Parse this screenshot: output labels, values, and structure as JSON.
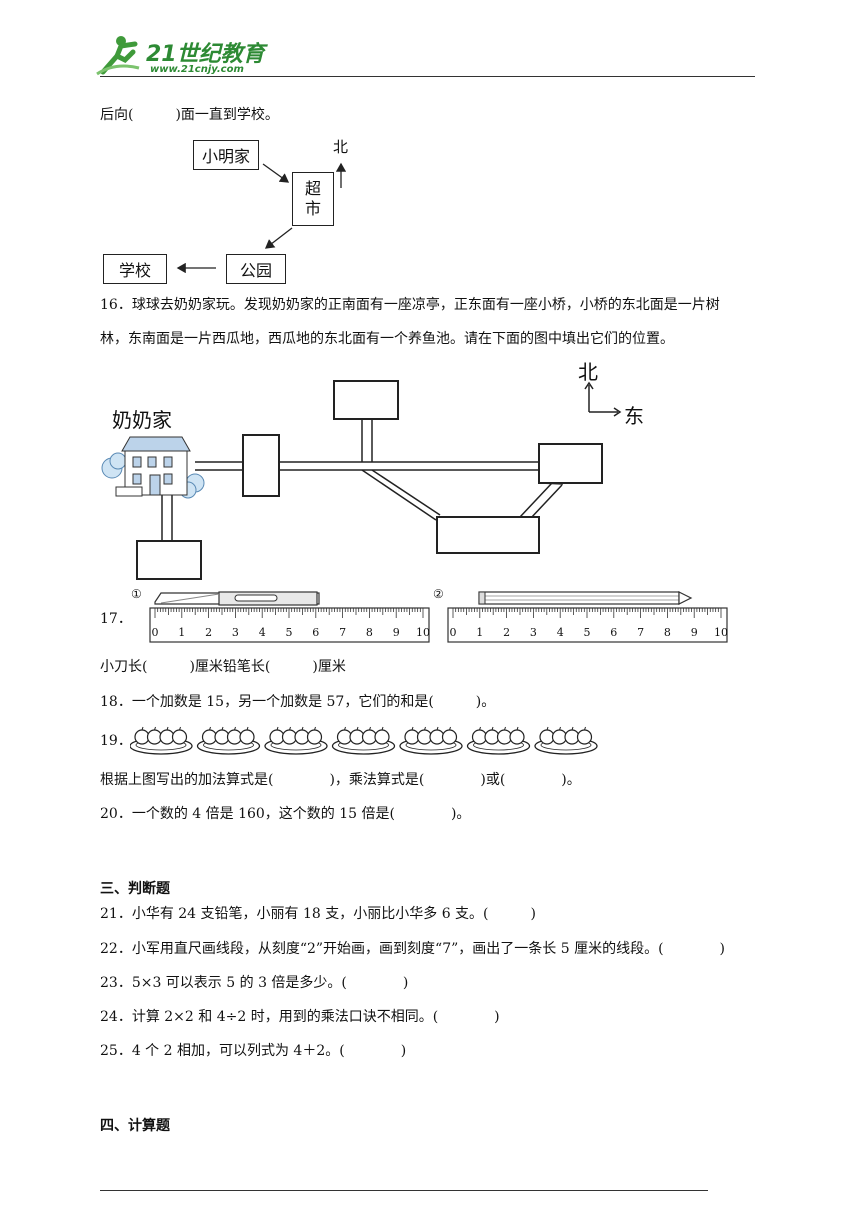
{
  "header": {
    "logo_text": "21世纪教育",
    "logo_url": "www.21cnjy.com"
  },
  "q15": {
    "tail_text": "后向(　　　)面一直到学校。",
    "boxes": {
      "home": "小明家",
      "market": "超\n市",
      "park": "公园",
      "school": "学校"
    },
    "north": "北"
  },
  "q16": {
    "line1": "16．球球去奶奶家玩。发现奶奶家的正南面有一座凉亭，正东面有一座小桥，小桥的东北面是一片树",
    "line2": "林，东南面是一片西瓜地，西瓜地的东北面有一个养鱼池。请在下面的图中填出它们的位置。",
    "house_label": "奶奶家",
    "north": "北",
    "east": "东"
  },
  "q17": {
    "number": "17．",
    "ruler1_mark": "①",
    "ruler2_mark": "②",
    "ticks": [
      "0",
      "1",
      "2",
      "3",
      "4",
      "5",
      "6",
      "7",
      "8",
      "9",
      "10"
    ],
    "answer": "小刀长(　　　)厘米铅笔长(　　　)厘米"
  },
  "q18": {
    "text": "18．一个加数是 15，另一个加数是 57，它们的和是(　　　)。"
  },
  "q19": {
    "number": "19．",
    "plate_count": 7,
    "answer": "根据上图写出的加法算式是(　　　　)，乘法算式是(　　　　)或(　　　　)。"
  },
  "q20": {
    "text": "20．一个数的 4 倍是 160，这个数的 15 倍是(　　　　)。"
  },
  "section3": {
    "title": "三、判断题"
  },
  "q21": {
    "text": "21．小华有 24 支铅笔，小丽有 18 支，小丽比小华多 6 支。(　　　)"
  },
  "q22": {
    "text": "22．小军用直尺画线段，从刻度“2”开始画，画到刻度“7”，画出了一条长 5 厘米的线段。(　　　　)"
  },
  "q23": {
    "text": "23．5×3 可以表示 5 的 3 倍是多少。(　　　　)"
  },
  "q24": {
    "text": "24．计算 2×2 和 4÷2 时，用到的乘法口诀不相同。(　　　　)"
  },
  "q25": {
    "text": "25．4 个 2 相加，可以列式为 4＋2。(　　　　)"
  },
  "section4": {
    "title": "四、计算题"
  }
}
